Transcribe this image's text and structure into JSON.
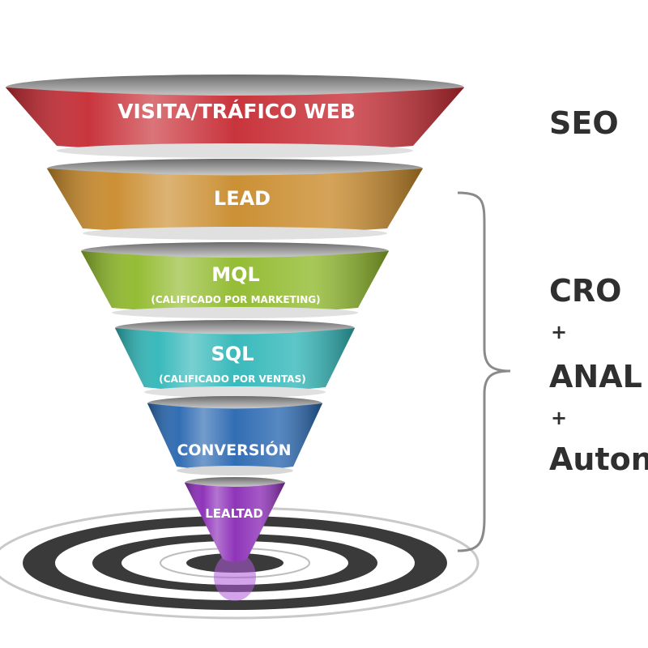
{
  "funnel": {
    "stages": [
      {
        "id": "visita",
        "label": "VISITA/TRÁFICO WEB",
        "sub": "",
        "color": "#c62a32"
      },
      {
        "id": "lead",
        "label": "LEAD",
        "sub": "",
        "color": "#c98a2a"
      },
      {
        "id": "mql",
        "label": "MQL",
        "sub": "(CALIFICADO POR MARKETING)",
        "color": "#8fb92a"
      },
      {
        "id": "sql",
        "label": "SQL",
        "sub": "(CALIFICADO POR VENTAS)",
        "color": "#2fb6b8"
      },
      {
        "id": "conversion",
        "label": "CONVERSIÓN",
        "sub": "",
        "color": "#2766b0"
      },
      {
        "id": "lealtad",
        "label": "LEALTAD",
        "sub": "",
        "color": "#8a2ab6"
      }
    ]
  },
  "side": {
    "seo": "SEO",
    "cro": "CRO",
    "plus1": "+",
    "anal": "ANAL",
    "plus2": "+",
    "auton": "Auton"
  },
  "colors": {
    "target_dark": "#3a3a3a",
    "target_light": "#ffffff",
    "bracket": "#8a8a8a",
    "text_dark": "#2f2f2f"
  }
}
